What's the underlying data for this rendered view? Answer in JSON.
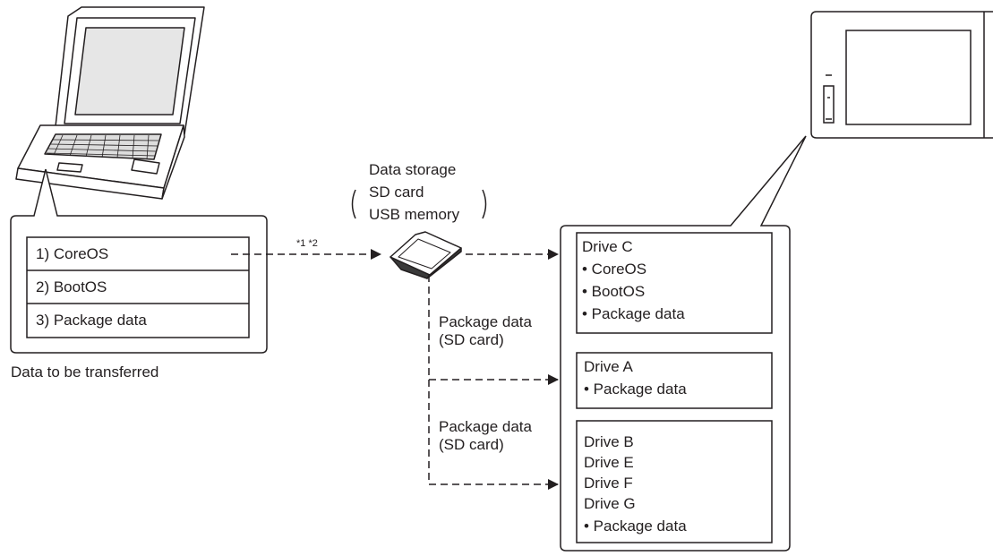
{
  "laptop_panel": {
    "items": [
      "1) CoreOS",
      "2) BootOS",
      "3) Package data"
    ],
    "caption": "Data to be transferred"
  },
  "storage": {
    "title": "Data storage",
    "types": [
      "SD card",
      "USB memory"
    ],
    "footnote": "*1 *2"
  },
  "branches": [
    {
      "line1": "Package data",
      "line2": "(SD card)"
    },
    {
      "line1": "Package data",
      "line2": "(SD card)"
    }
  ],
  "drives": {
    "c": {
      "title": "Drive C",
      "items": [
        "• CoreOS",
        "• BootOS",
        "• Package data"
      ]
    },
    "a": {
      "title": "Drive A",
      "items": [
        "• Package data"
      ]
    },
    "b": {
      "titles": [
        "Drive B",
        "Drive E",
        "Drive F",
        "Drive G"
      ],
      "items": [
        "• Package data"
      ]
    }
  },
  "icons": [
    "laptop-icon",
    "sd-card-icon",
    "touch-panel-icon"
  ],
  "colors": {
    "line": "#231f20",
    "background": "#ffffff"
  }
}
